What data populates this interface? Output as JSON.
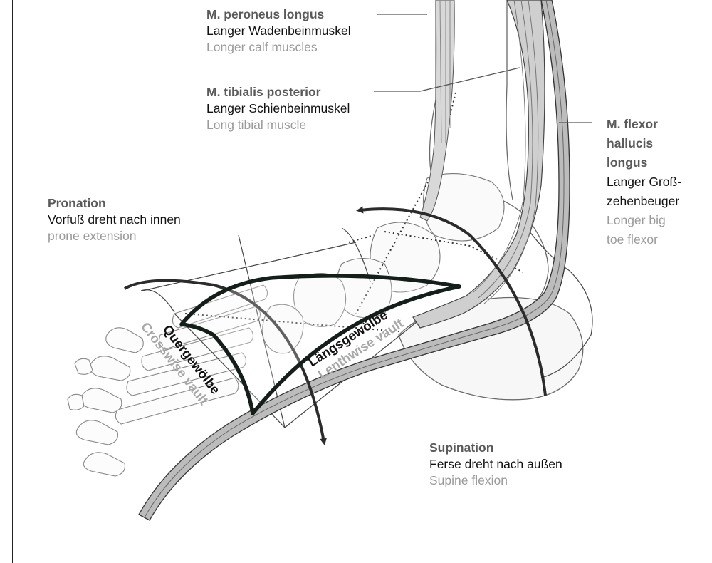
{
  "labels": {
    "peroneus": {
      "latin": "M. peroneus longus",
      "german": "Langer Wadenbeinmuskel",
      "english": "Longer calf muscles"
    },
    "tibialis": {
      "latin": "M. tibialis posterior",
      "german": "Langer Schienbeinmuskel",
      "english": "Long tibial muscle"
    },
    "flexor": {
      "latin_lines": [
        "M. flexor",
        "hallucis",
        "longus"
      ],
      "german_lines": [
        "Langer Groß-",
        "zehenbeuger"
      ],
      "english_lines": [
        "Longer big",
        "toe flexor"
      ]
    },
    "pronation": {
      "title": "Pronation",
      "german": "Vorfuß dreht nach innen",
      "english": "prone extension"
    },
    "supination": {
      "title": "Supination",
      "german": "Ferse dreht nach außen",
      "english": "Supine flexion"
    }
  },
  "vaults": {
    "cross": {
      "german": "Quergewölbe",
      "english": "Crosswise vault"
    },
    "length": {
      "german": "Längsgewölbe",
      "english": "Lenthwise vault"
    }
  }
}
